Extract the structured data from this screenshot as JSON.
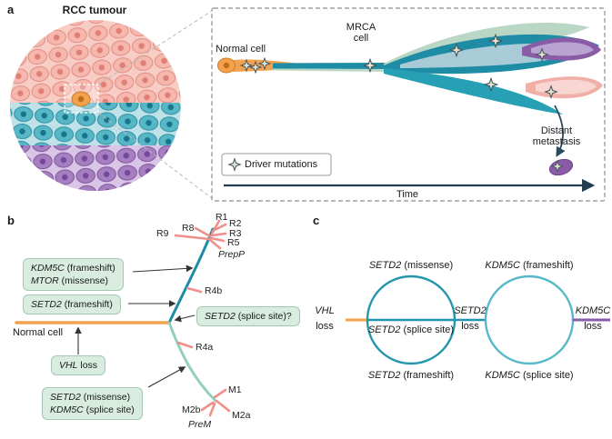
{
  "palette": {
    "normal_cell_orange": "#f2a24e",
    "clone_teal": "#1d8ca4",
    "clone_pale_green": "#b9d7c4",
    "clone_light_blue": "#a9cbd8",
    "clone_purple": "#8b5ca6",
    "clone_pink": "#f0b0a8",
    "branch_pink": "#ef8f8a",
    "annotation_box_green": "#d8ecdf"
  },
  "panel_a": {
    "label": "a",
    "tumour_title": "RCC tumour",
    "normal_cell_label": "Normal cell",
    "mrca_label": {
      "line1": "MRCA",
      "line2": "cell"
    },
    "legend": {
      "label": "Driver mutations",
      "icon": "driver-mutation-star-icon"
    },
    "distant_metastasis": {
      "line1": "Distant",
      "line2": "metastasis"
    },
    "time_label": "Time"
  },
  "panel_b": {
    "label": "b",
    "normal_cell_label": "Normal cell",
    "branch_labels": {
      "r1": "R1",
      "r2": "R2",
      "r3": "R3",
      "r5": "R5",
      "r8": "R8",
      "r9": "R9",
      "prepp": "PrepP",
      "r4b": "R4b",
      "r4a": "R4a",
      "m1": "M1",
      "m2a": "M2a",
      "m2b": "M2b",
      "prem": "PreM"
    },
    "annotations": {
      "kdm5c_mtor": {
        "line1": {
          "gene": "KDM5C",
          "rest": " (frameshift)"
        },
        "line2": {
          "gene": "MTOR",
          "rest": " (missense)"
        }
      },
      "setd2_frameshift": {
        "line1": {
          "gene": "SETD2",
          "rest": " (frameshift)"
        }
      },
      "setd2_splice": {
        "line1": {
          "gene": "SETD2",
          "rest": " (splice site)?"
        }
      },
      "vhl_loss": {
        "line1": {
          "gene": "VHL",
          "rest": " loss"
        }
      },
      "setd2_kdm5c": {
        "line1": {
          "gene": "SETD2",
          "rest": " (missense)"
        },
        "line2": {
          "gene": "KDM5C",
          "rest": " (splice site)"
        }
      }
    }
  },
  "panel_c": {
    "label": "c",
    "nodes": {
      "vhl_loss": {
        "gene": "VHL",
        "rest": "loss"
      },
      "setd2_loss": {
        "gene": "SETD2",
        "rest": "loss"
      },
      "kdm5c_loss": {
        "gene": "KDM5C",
        "rest": "loss"
      }
    },
    "left_circle": {
      "top": {
        "gene": "SETD2",
        "rest": " (missense)"
      },
      "middle": {
        "gene": "SETD2",
        "rest": " (splice site)"
      },
      "bottom": {
        "gene": "SETD2",
        "rest": " (frameshift)"
      }
    },
    "right_circle": {
      "top": {
        "gene": "KDM5C",
        "rest": " (frameshift)"
      },
      "bottom": {
        "gene": "KDM5C",
        "rest": " (splice site)"
      }
    }
  }
}
